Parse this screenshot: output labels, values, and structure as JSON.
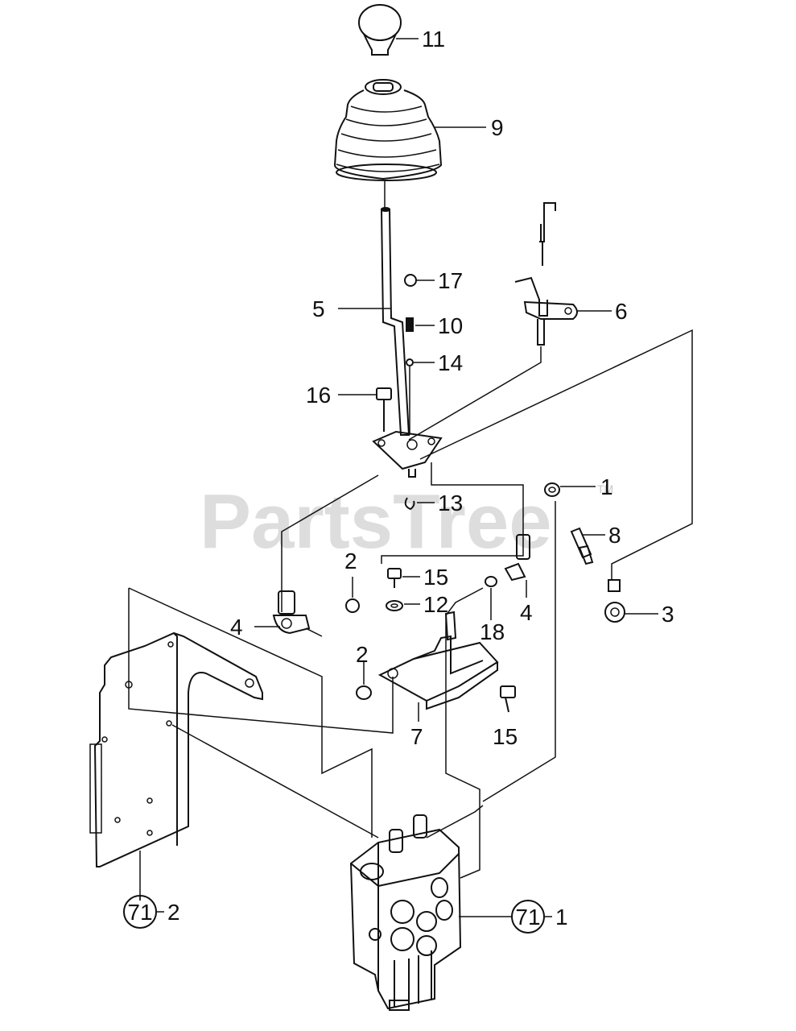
{
  "watermark": {
    "text": "PartsTree",
    "tm": "TM"
  },
  "callouts": {
    "c11": "11",
    "c9": "9",
    "c17": "17",
    "c5": "5",
    "c10": "10",
    "c6": "6",
    "c14": "14",
    "c16": "16",
    "c1": "1",
    "c13": "13",
    "c8": "8",
    "c2a": "2",
    "c15a": "15",
    "c12": "12",
    "c4a": "4",
    "c4b": "4",
    "c18": "18",
    "c3": "3",
    "c2b": "2",
    "c7": "7",
    "c15b": "15",
    "c71a_circle": "71",
    "c71a_suffix": "2",
    "c71b_circle": "71",
    "c71b_suffix": "1"
  }
}
